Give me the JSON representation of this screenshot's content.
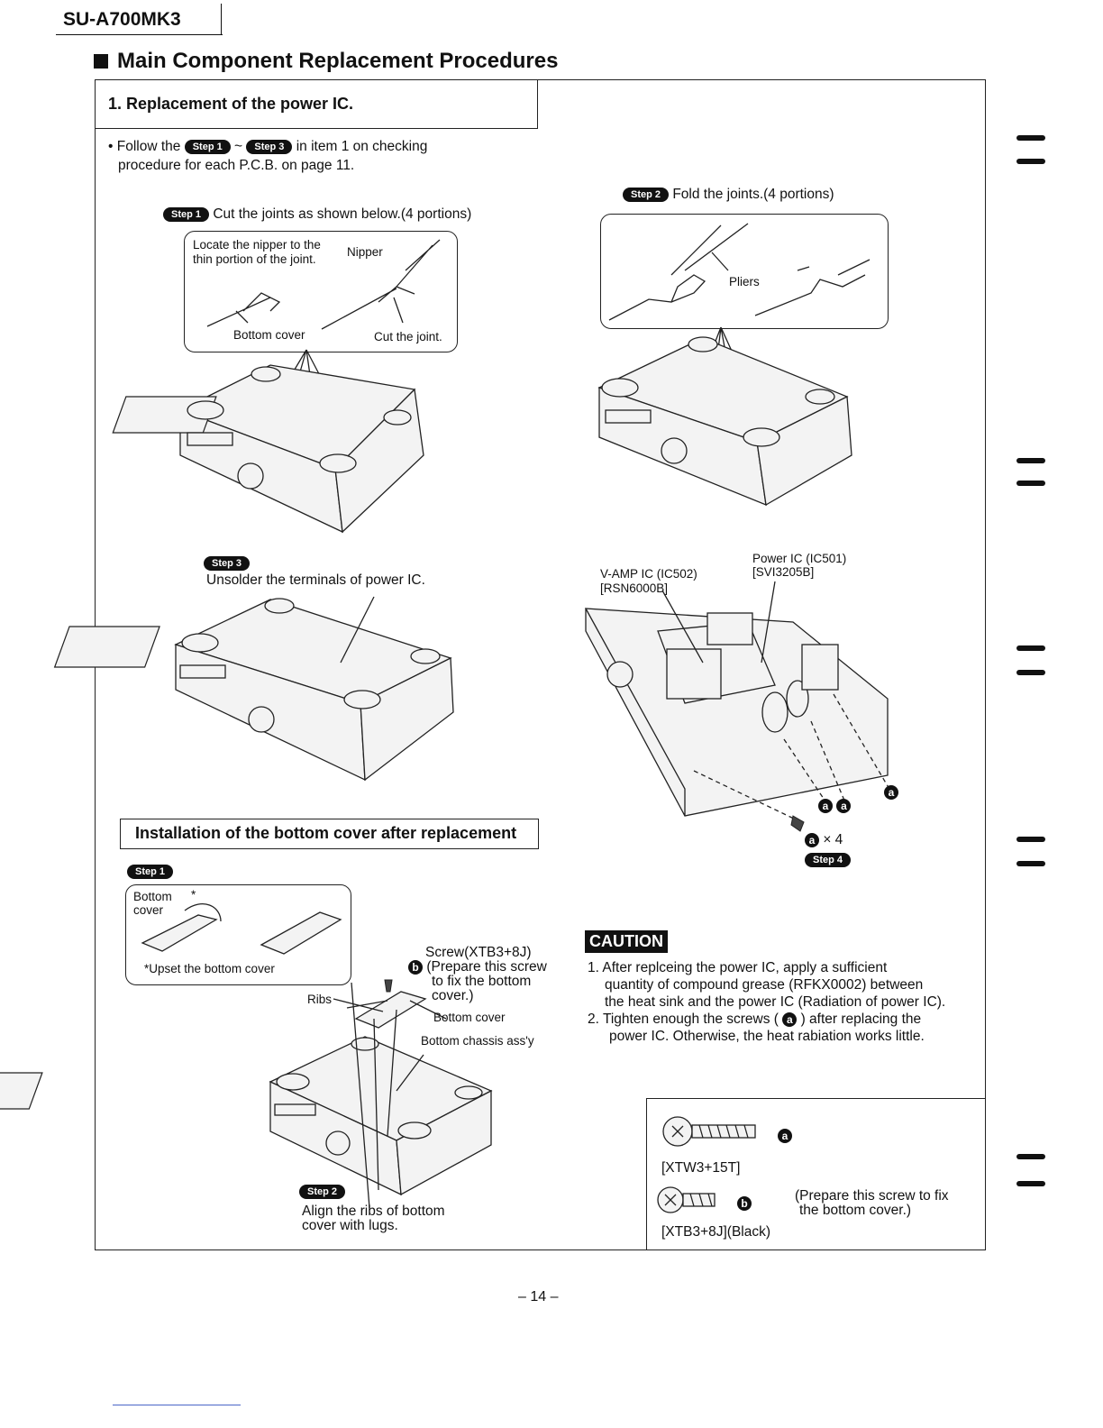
{
  "header": {
    "model": "SU-A700MK3",
    "title": "Main Component Replacement Procedures"
  },
  "section": {
    "title": "1. Replacement of the power IC.",
    "intro_prefix": "• Follow the",
    "intro_sep": "~",
    "intro_suffix": "in item 1 on checking",
    "intro_line2": "procedure for each P.C.B. on page 11."
  },
  "badges": {
    "step1": "Step 1",
    "step2": "Step 2",
    "step3": "Step 3",
    "step4": "Step 4"
  },
  "steps": {
    "step1_text": "Cut the joints as shown below.(4 portions)",
    "step2_text": "Fold the joints.(4 portions)",
    "step3_text": "Unsolder the terminals of power IC."
  },
  "callout1": {
    "locate_line1": "Locate the nipper to the",
    "locate_line2": "thin portion of the joint.",
    "nipper": "Nipper",
    "bottom_cover": "Bottom cover",
    "cut_joint": "Cut the joint."
  },
  "callout2": {
    "pliers": "Pliers"
  },
  "ic_labels": {
    "power_ic_line1": "Power IC (IC501)",
    "power_ic_line2": "[SVI3205B]",
    "vamp_line1": "V-AMP IC (IC502)",
    "vamp_line2": "[RSN6000B]",
    "times4": "× 4"
  },
  "install": {
    "title": "Installation of the bottom cover after replacement",
    "bottom_cover_line1": "Bottom",
    "bottom_cover_line2": "cover",
    "asterisk": "*",
    "upset": "*Upset the bottom cover",
    "screw_line1": "Screw(XTB3+8J)",
    "screw_line2": "(Prepare this screw",
    "screw_line3": "to fix the bottom",
    "screw_line4": "cover.)",
    "ribs": "Ribs",
    "bottom_cover_label": "Bottom cover",
    "chassis_label": "Bottom chassis ass'y",
    "align_line1": "Align the ribs of bottom",
    "align_line2": "cover with lugs."
  },
  "caution": {
    "label": "CAUTION",
    "item1_line1": "1. After replceing the power IC, apply a sufficient",
    "item1_line2": "quantity of compound grease (RFKX0002) between",
    "item1_line3": "the heat sink and the power IC (Radiation of power IC).",
    "item2_line1_a": "2. Tighten enough the screws (",
    "item2_line1_b": ") after replacing the",
    "item2_line2": "power IC. Otherwise, the heat rabiation works little."
  },
  "screws": {
    "a_mark": "a",
    "b_mark": "b",
    "a_part": "[XTW3+15T]",
    "b_part": "[XTB3+8J](Black)",
    "b_note_line1": "(Prepare this screw to fix",
    "b_note_line2": "the bottom cover.)"
  },
  "footer": {
    "page": "– 14 –"
  }
}
